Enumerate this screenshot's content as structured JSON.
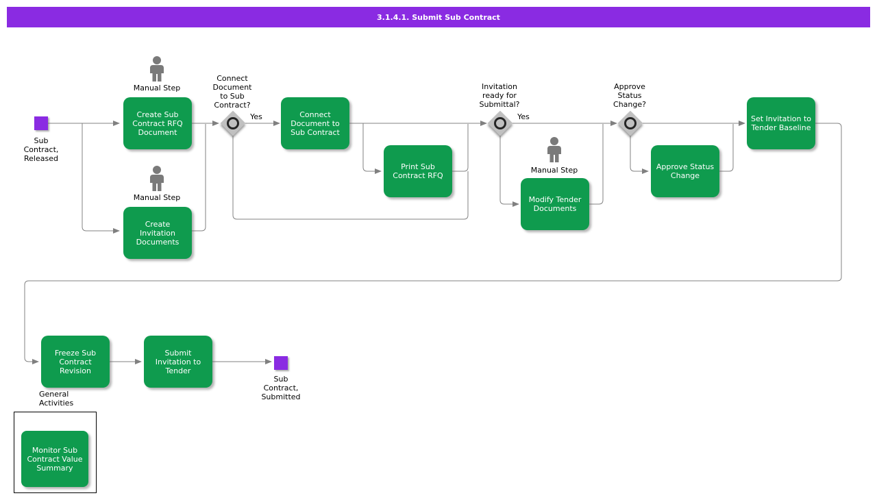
{
  "banner": {
    "title": "3.1.4.1. Submit Sub Contract"
  },
  "colors": {
    "banner_purple": "#8A2BE2",
    "event_purple": "#8A2BE2",
    "task_green": "#0F9B4E",
    "gateway_gray": "#C0C0C0",
    "connector_gray": "#808080",
    "task_text": "#FFFFFF",
    "label_text": "#000000"
  },
  "events": {
    "start_label": "Sub\nContract,\nReleased",
    "end_label": "Sub\nContract,\nSubmitted"
  },
  "tasks": {
    "create_rfq": "Create Sub\nContract RFQ\nDocument",
    "create_invitation": "Create\nInvitation\nDocuments",
    "connect_document": "Connect\nDocument to\nSub Contract",
    "print_rfq": "Print Sub\nContract RFQ",
    "modify_tender": "Modify Tender\nDocuments",
    "approve_status": "Approve Status\nChange",
    "set_invitation": "Set Invitation to\nTender Baseline",
    "freeze_revision": "Freeze Sub\nContract\nRevision",
    "submit_invitation": "Submit\nInvitation to\nTender",
    "monitor_value": "Monitor Sub\nContract Value\nSummary"
  },
  "gateways": {
    "connect_q": "Connect\nDocument\nto Sub\nContract?",
    "invitation_q": "Invitation\nready for\nSubmittal?",
    "approve_q": "Approve\nStatus\nChange?"
  },
  "edge_labels": {
    "yes1": "Yes",
    "yes2": "Yes"
  },
  "manual_step": "Manual Step",
  "section": {
    "general_activities": "General\nActivities"
  }
}
